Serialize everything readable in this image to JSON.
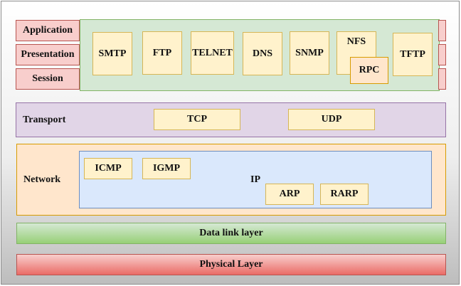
{
  "upper_layers": {
    "application": "Application",
    "presentation": "Presentation",
    "session": "Session"
  },
  "app_protocols": {
    "smtp": "SMTP",
    "ftp": "FTP",
    "telnet": "TELNET",
    "dns": "DNS",
    "snmp": "SNMP",
    "nfs": "NFS",
    "rpc": "RPC",
    "tftp": "TFTP"
  },
  "transport": {
    "label": "Transport",
    "tcp": "TCP",
    "udp": "UDP"
  },
  "network": {
    "label": "Network",
    "ip": "IP",
    "icmp": "ICMP",
    "igmp": "IGMP",
    "arp": "ARP",
    "rarp": "RARP"
  },
  "data_link": "Data link layer",
  "physical": "Physical Layer",
  "colors": {
    "pink": "#f8cecc",
    "yellow": "#fff2cc",
    "lavender": "#e1d5e7",
    "orange": "#ffe6cc",
    "blue": "#dae8fc",
    "green": "#d5e8d4"
  }
}
